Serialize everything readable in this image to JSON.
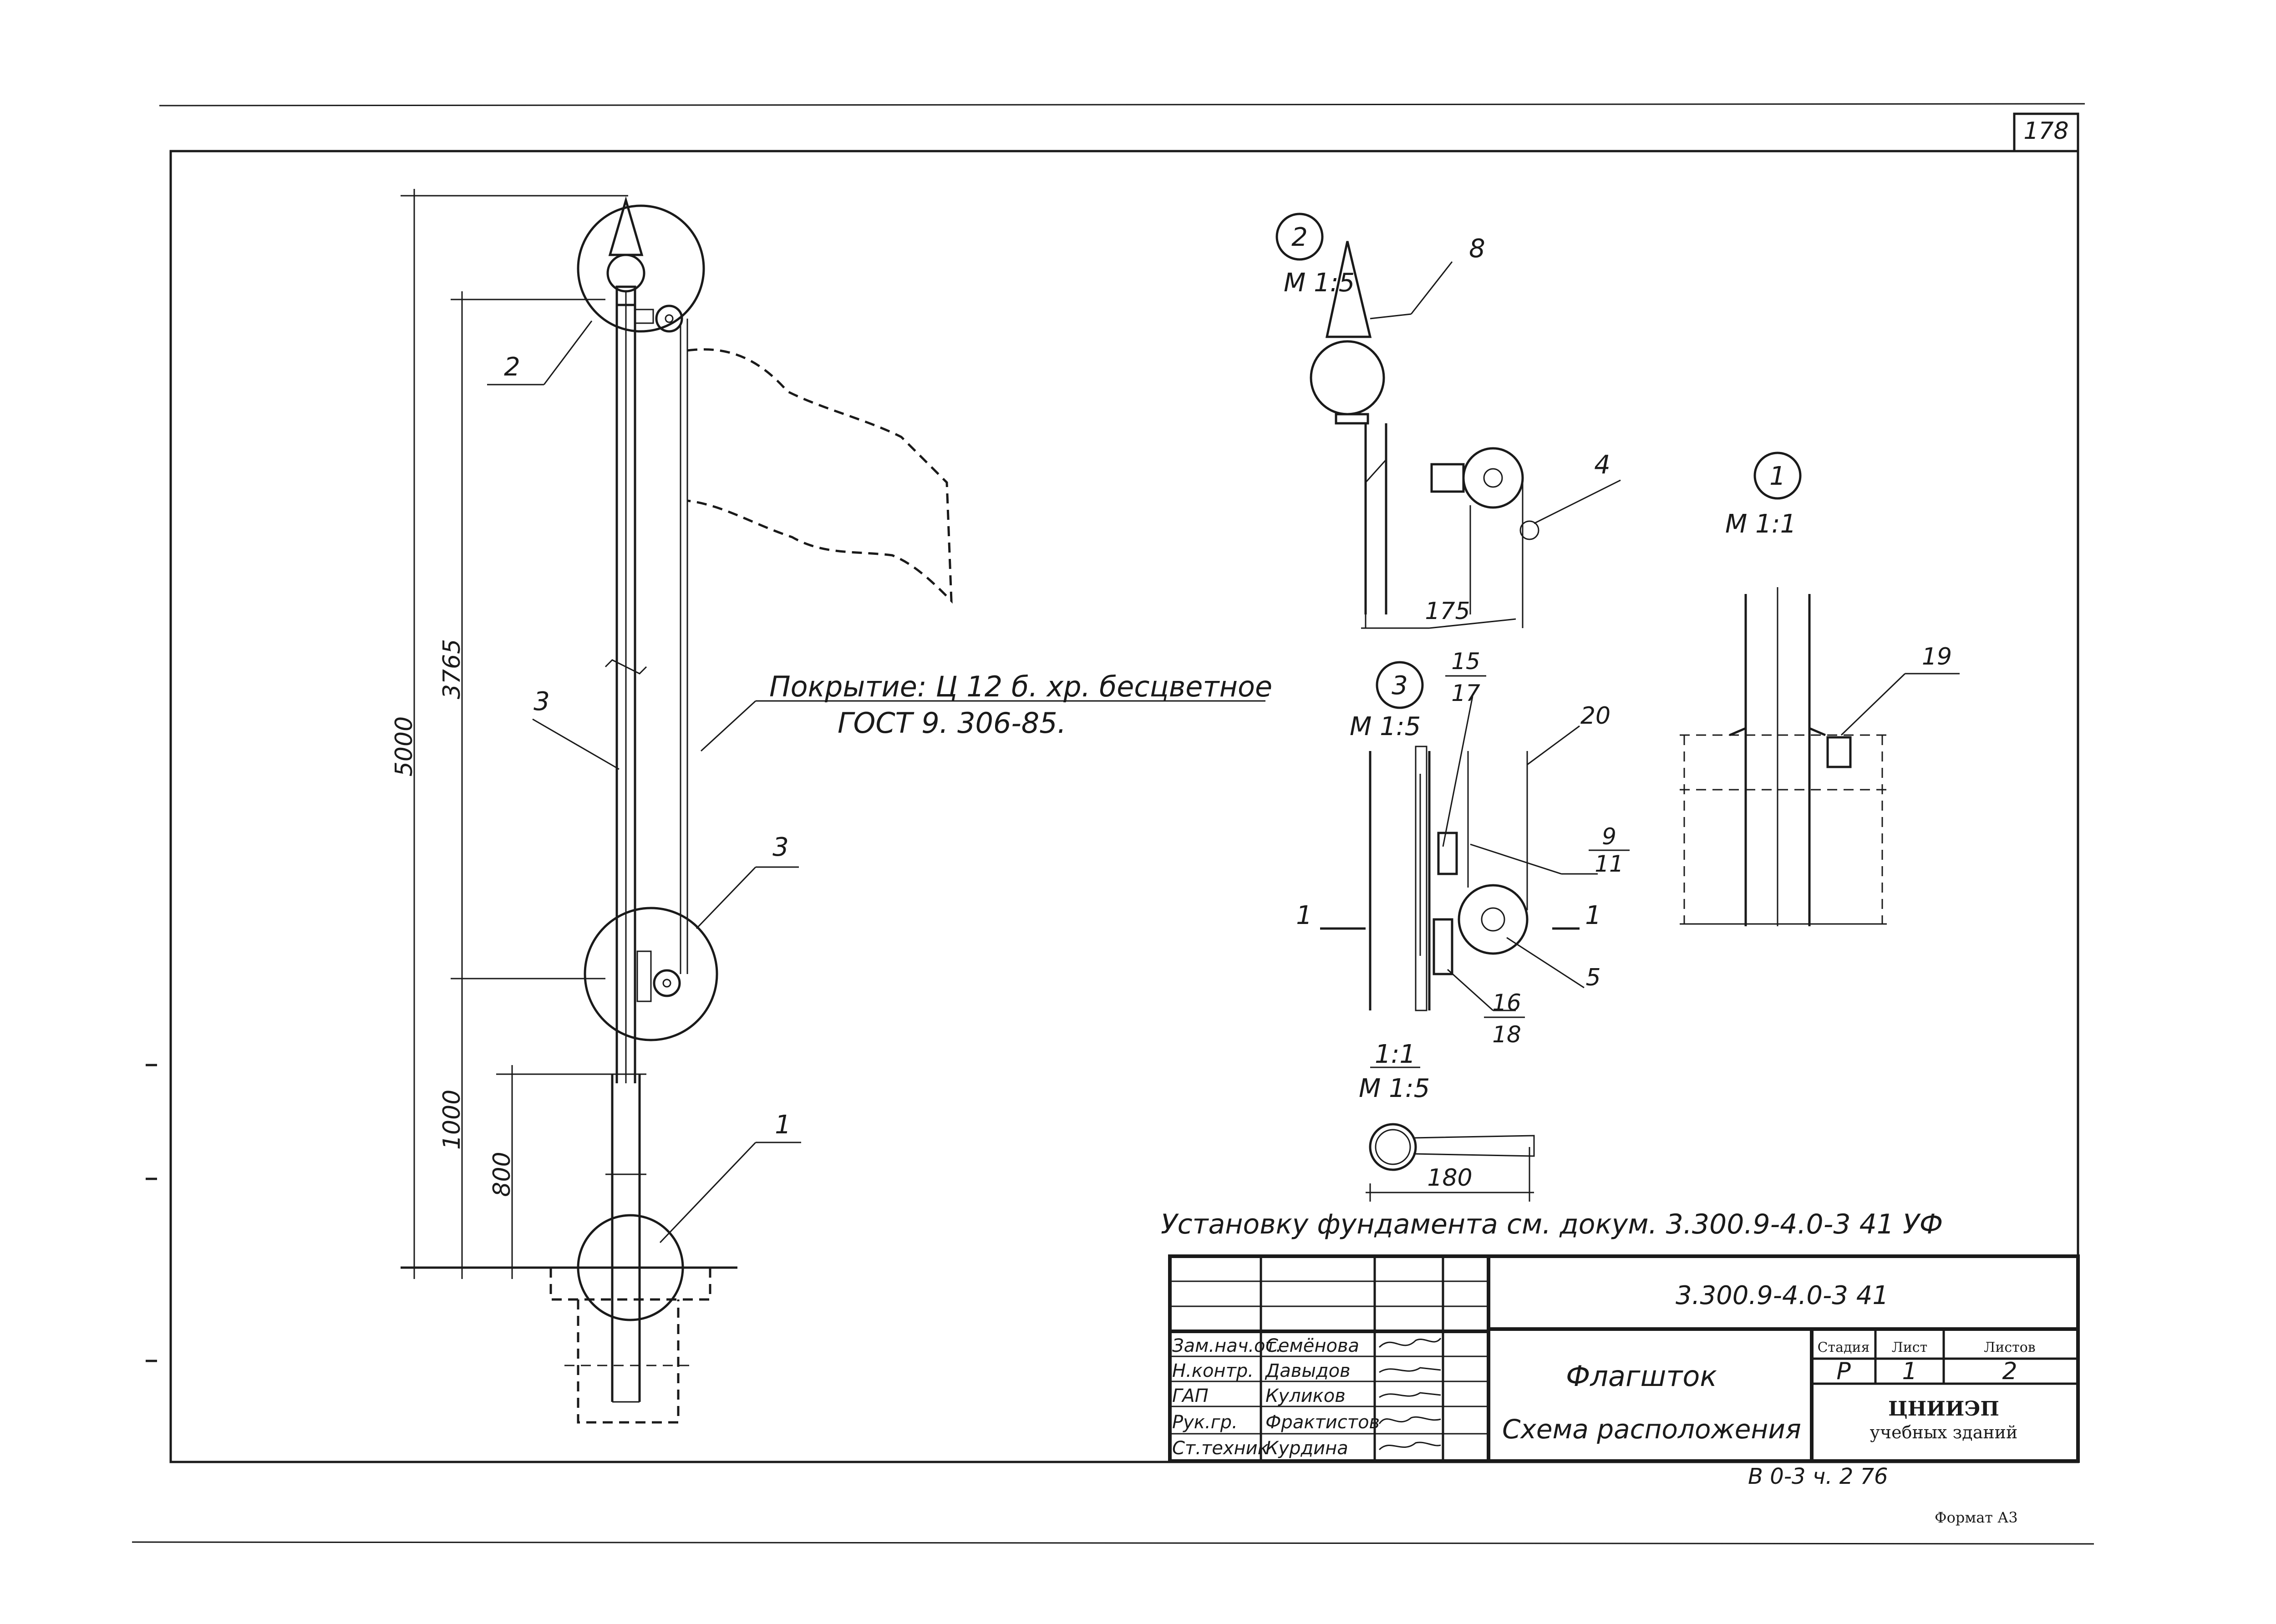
{
  "sheet": {
    "page_number": "178",
    "format": "Формат А3",
    "archive_ref": "В 0-3  ч. 2   76"
  },
  "dimensions": {
    "total_height": "5000",
    "upper_height": "3765",
    "lower_height": "1000",
    "embed_depth": "800",
    "width_175": "175",
    "width_180": "180"
  },
  "callouts": {
    "main_2": "2",
    "main_3a": "3",
    "main_3b": "3",
    "main_1": "1",
    "det2_8": "8",
    "det2_4": "4",
    "det3_15": "15",
    "det3_17": "17",
    "det3_20": "20",
    "det3_9": "9",
    "det3_11": "11",
    "det3_5": "5",
    "det3_16": "16",
    "det3_18": "18",
    "det1_19": "19"
  },
  "details": {
    "detail_2": {
      "number": "2",
      "scale": "М 1:5"
    },
    "detail_3": {
      "number": "3",
      "scale": "М 1:5"
    },
    "detail_1": {
      "number": "1",
      "scale": "М 1:1"
    },
    "section": {
      "label": "1:1",
      "scale": "М 1:5",
      "cut_left": "1",
      "cut_right": "1"
    }
  },
  "notes": {
    "coating_line1": "Покрытие: Ц 12 б. хр. бесцветное",
    "coating_line2": "ГОСТ 9. 306-85.",
    "foundation": "Установку фундамента  см.  докум. 3.300.9-4.0-3 41 УФ"
  },
  "title_block": {
    "doc_code": "3.300.9-4.0-3 41",
    "title": "Флагшток",
    "subtitle": "Схема расположения",
    "stage_header": "Стадия",
    "sheet_header": "Лист",
    "sheets_header": "Листов",
    "stage": "Р",
    "sheet": "1",
    "sheets": "2",
    "org_line1": "ЦНИИЭП",
    "org_line2": "учебных зданий",
    "roles": [
      {
        "role": "Зам.нач.от.",
        "name": "Семёнова"
      },
      {
        "role": "Н.контр.",
        "name": "Давыдов"
      },
      {
        "role": "ГАП",
        "name": "Куликов"
      },
      {
        "role": "Рук.гр.",
        "name": "Фрактистов"
      },
      {
        "role": "Ст.техник",
        "name": "Курдина"
      }
    ]
  }
}
